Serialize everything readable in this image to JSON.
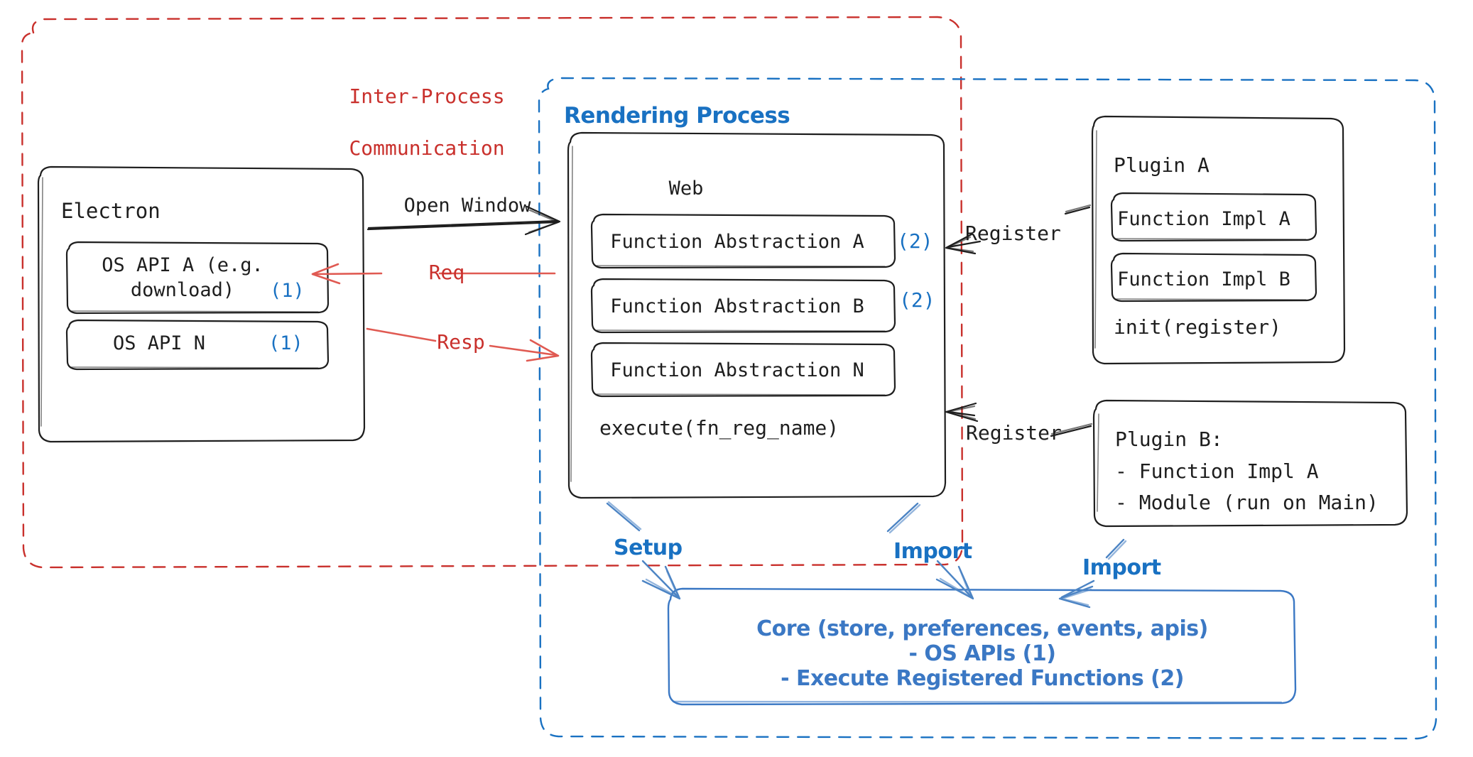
{
  "diagram": {
    "title": "Electron plugin architecture",
    "colors": {
      "ipc_red": "#c9302c",
      "process_blue": "#1971c2",
      "core_blue": "#3b78c4",
      "stroke_dark": "#1e1e1e"
    },
    "containers": {
      "ipc": {
        "label_line1": "Inter-Process",
        "label_line2": "Communication",
        "style": "dashed",
        "color": "#c9302c"
      },
      "rendering_process": {
        "label": "Rendering Process",
        "style": "dashed",
        "color": "#1971c2"
      }
    },
    "electron": {
      "title": "Electron",
      "apis": [
        {
          "label": "OS API A (e.g.\ndownload)",
          "badge": "(1)"
        },
        {
          "label": "OS API N",
          "badge": "(1)"
        }
      ]
    },
    "web": {
      "title": "Web",
      "abstractions": [
        {
          "label": "Function Abstraction A",
          "badge": "(2)"
        },
        {
          "label": "Function Abstraction B",
          "badge": "(2)"
        },
        {
          "label": "Function Abstraction N",
          "badge": ""
        }
      ],
      "footer": "execute(fn_reg_name)"
    },
    "plugin_a": {
      "title": "Plugin A",
      "items": [
        "Function Impl A",
        "Function Impl B"
      ],
      "footer": "init(register)"
    },
    "plugin_b": {
      "title": "Plugin B:",
      "lines": [
        "- Function Impl A",
        "- Module (run on Main)"
      ]
    },
    "core": {
      "line1": "Core (store, preferences, events, apis)",
      "line2": "- OS APIs (1)",
      "line3": "- Execute Registered Functions (2)"
    },
    "edges": [
      {
        "id": "open-window",
        "label": "Open Window",
        "color": "#1e1e1e",
        "from": "electron",
        "to": "web"
      },
      {
        "id": "req",
        "label": "Req",
        "color": "#c9302c",
        "from": "web",
        "to": "electron"
      },
      {
        "id": "resp",
        "label": "Resp",
        "color": "#c9302c",
        "from": "electron",
        "to": "web"
      },
      {
        "id": "register-a",
        "label": "Register",
        "color": "#1e1e1e",
        "from": "plugin-a",
        "to": "web"
      },
      {
        "id": "register-b",
        "label": "Register",
        "color": "#1e1e1e",
        "from": "plugin-b",
        "to": "web"
      },
      {
        "id": "setup",
        "label": "Setup",
        "color": "#3b78c4",
        "from": "web",
        "to": "core"
      },
      {
        "id": "import-web",
        "label": "Import",
        "color": "#3b78c4",
        "from": "web",
        "to": "core"
      },
      {
        "id": "import-plug",
        "label": "Import",
        "color": "#3b78c4",
        "from": "plugin-b",
        "to": "core"
      }
    ]
  }
}
